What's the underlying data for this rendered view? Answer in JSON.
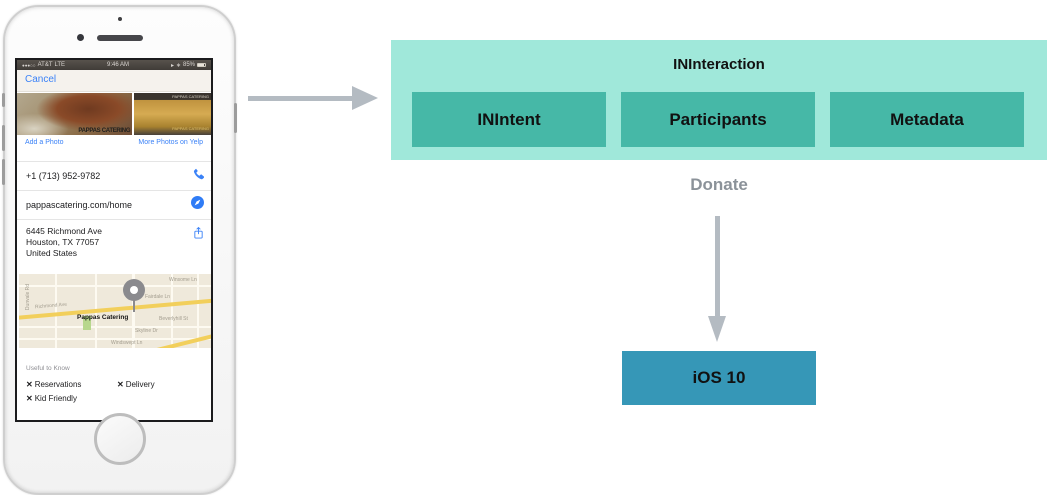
{
  "diagram": {
    "arrow_color": "#b4bbc2",
    "interaction": {
      "title": "INInteraction",
      "bg_color": "#a0e8da",
      "child_bg_color": "#46b8a7",
      "children": [
        "INIntent",
        "Participants",
        "Metadata"
      ]
    },
    "donate_label": "Donate",
    "ios": {
      "label": "iOS 10",
      "bg_color": "#3697b7"
    }
  },
  "phone": {
    "status": {
      "signal_dots": "●●●○○",
      "carrier": "AT&T",
      "network": "LTE",
      "time": "9:46 AM",
      "location_arrow": "▸",
      "bluetooth": "∗",
      "battery_pct": "85%"
    },
    "nav": {
      "cancel": "Cancel"
    },
    "photos": {
      "left_watermark": "PAPPAS CATERING",
      "right_watermark_top": "PAPPAS CATERING",
      "right_watermark_bottom": "PAPPAS CATERING"
    },
    "photo_links": {
      "add_photo": "Add a Photo",
      "more_photos": "More Photos on Yelp"
    },
    "rows": {
      "phone_number": "+1 (713) 952-9782",
      "website": "pappascatering.com/home",
      "address": [
        "6445 Richmond Ave",
        "Houston, TX  77057",
        "United States"
      ]
    },
    "map": {
      "business": "Pappas Catering",
      "streets": [
        "Richmond Ave",
        "Fairdale Ln",
        "Beverlyhill St",
        "Skyline Dr",
        "Windswept Ln",
        "Winsome Ln",
        "Dunvale Rd"
      ]
    },
    "useful": {
      "header": "Useful to Know",
      "x_mark": "✕",
      "items": [
        {
          "label": "Reservations"
        },
        {
          "label": "Delivery"
        },
        {
          "label": "Kid Friendly"
        }
      ]
    },
    "accent_color": "#3b82f7"
  }
}
